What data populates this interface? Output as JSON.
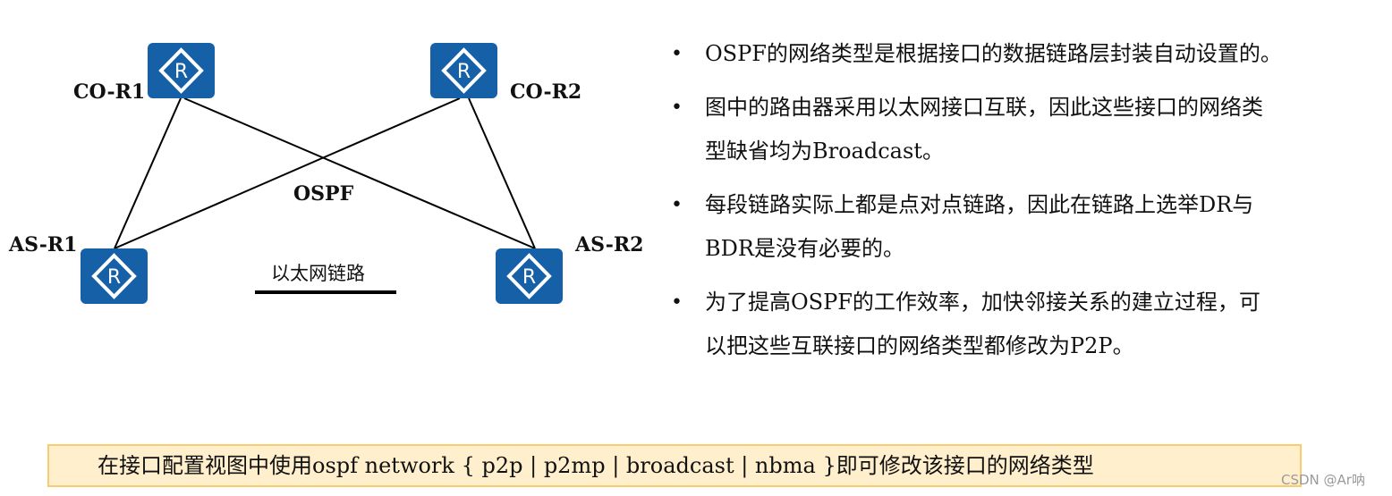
{
  "diagram": {
    "nodes": [
      {
        "id": "co-r1",
        "label": "CO-R1",
        "icon": "router-icon",
        "icon_glyph": "R"
      },
      {
        "id": "co-r2",
        "label": "CO-R2",
        "icon": "router-icon",
        "icon_glyph": "R"
      },
      {
        "id": "as-r1",
        "label": "AS-R1",
        "icon": "router-icon",
        "icon_glyph": "R"
      },
      {
        "id": "as-r2",
        "label": "AS-R2",
        "icon": "router-icon",
        "icon_glyph": "R"
      }
    ],
    "links": [
      {
        "from": "co-r1",
        "to": "as-r1"
      },
      {
        "from": "co-r1",
        "to": "as-r2"
      },
      {
        "from": "co-r2",
        "to": "as-r1"
      },
      {
        "from": "co-r2",
        "to": "as-r2"
      }
    ],
    "protocol_label": "OSPF",
    "legend": {
      "label": "以太网链路",
      "line_color": "#000000"
    },
    "router_color": "#1660A8"
  },
  "bullets": [
    {
      "lines": [
        "OSPF的网络类型是根据接口的数据链路层封装自动设置的。"
      ]
    },
    {
      "lines": [
        "图中的路由器采用以太网接口互联，因此这些接口的网络类",
        "型缺省均为Broadcast。"
      ]
    },
    {
      "lines": [
        "每段链路实际上都是点对点链路，因此在链路上选举DR与",
        "BDR是没有必要的。"
      ]
    },
    {
      "lines": [
        "为了提高OSPF的工作效率，加快邻接关系的建立过程，可",
        "以把这些互联接口的网络类型都修改为P2P。"
      ]
    }
  ],
  "bullet_symbol": "•",
  "banner": {
    "prefix": "在接口配置视图中使用",
    "command": "ospf network { p2p | p2mp | broadcast | nbma }",
    "suffix": "即可修改该接口的网络类型",
    "fill_color": "#FFEFCC",
    "border_color": "#FACB6E"
  },
  "watermark": "CSDN @Ar呐"
}
